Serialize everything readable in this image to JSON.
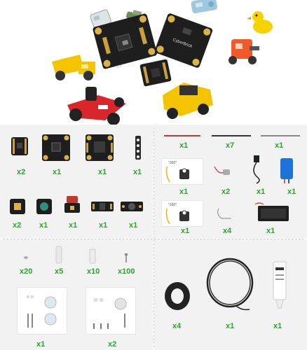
{
  "hero": {
    "module_print_1": "Wo^",
    "module_print_2": "CyberBrick"
  },
  "quantities": {
    "q_core_small": "x2",
    "q_core_main": "x1",
    "q_core_grid": "x1",
    "q_strip": "x1",
    "q_s1": "x2",
    "q_s2": "x1",
    "q_s3": "x1",
    "q_s4": "x1",
    "q_s5": "x1",
    "q_red_cable": "x1",
    "q_black_cable": "x7",
    "q_grey_cable": "x1",
    "q_servo360": "x1",
    "q_motor": "x2",
    "q_usb": "x1",
    "q_battery": "x1",
    "q_servo180": "x1",
    "q_wire": "x4",
    "q_batbox": "x1",
    "q_tiny_screw": "x20",
    "q_spacer_long": "x5",
    "q_spacer_short": "x10",
    "q_screw": "x100",
    "q_kit_a": "x1",
    "q_kit_b": "x2",
    "q_tire": "x4",
    "q_coil": "x1",
    "q_tube": "x1"
  },
  "servo_labels": {
    "servo360": "°360°",
    "servo180": "°180°"
  },
  "colors": {
    "panel": "#f2f2f2",
    "quantity": "#2aa52a",
    "yellow_vehicle": "#f5c400",
    "red_kart": "#d8262b",
    "pcb_black": "#1e1e1e",
    "gold_pad": "#d9b24a"
  }
}
